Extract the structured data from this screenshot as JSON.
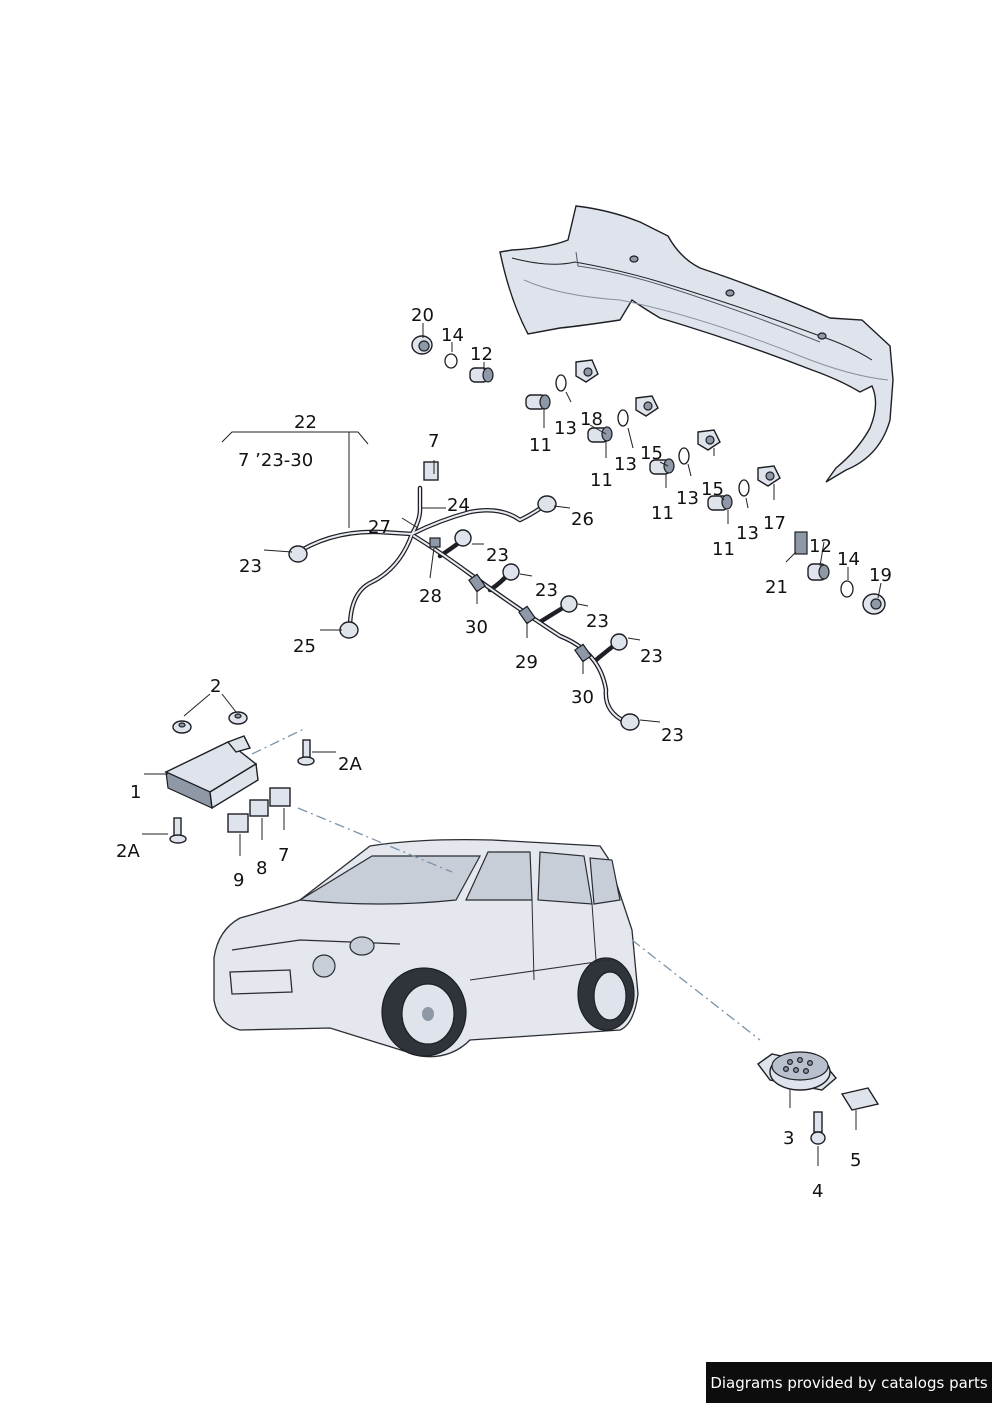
{
  "footer": {
    "text": "Diagrams provided by catalogs parts"
  },
  "group_label": {
    "number": "22",
    "range": "7 ’23-30"
  },
  "callouts": {
    "c1": "1",
    "c2": "2",
    "c2a_top": "2A",
    "c2a_bottom": "2A",
    "c3": "3",
    "c4": "4",
    "c5": "5",
    "c7_module": "7",
    "c7_harness": "7",
    "c8": "8",
    "c9": "9",
    "c11_a": "11",
    "c11_b": "11",
    "c11_c": "11",
    "c11_d": "11",
    "c12_top": "12",
    "c12_right": "12",
    "c13_a": "13",
    "c13_b": "13",
    "c13_c": "13",
    "c13_d": "13",
    "c14_top": "14",
    "c14_right": "14",
    "c15_a": "15",
    "c15_b": "15",
    "c17": "17",
    "c18": "18",
    "c19": "19",
    "c20": "20",
    "c21": "21",
    "c23_left": "23",
    "c23_a": "23",
    "c23_b": "23",
    "c23_c": "23",
    "c23_d": "23",
    "c23_e": "23",
    "c24": "24",
    "c25": "25",
    "c26": "26",
    "c27": "27",
    "c28": "28",
    "c29": "29",
    "c30_a": "30",
    "c30_b": "30"
  }
}
